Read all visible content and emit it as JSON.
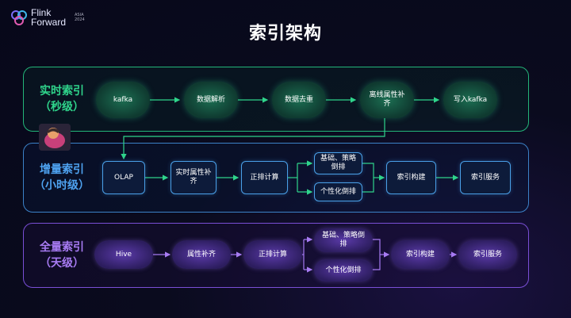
{
  "logo": {
    "line1": "Flink",
    "line2": "Forward",
    "badge": "ASIA",
    "year": "2024"
  },
  "title": "索引架构",
  "colors": {
    "realtime": "#2fd48b",
    "incremental": "#4ea2f0",
    "full": "#a77bf3"
  },
  "realtime": {
    "label_line1": "实时索引",
    "label_line2": "（秒级）",
    "nodes": [
      "kafka",
      "数据解析",
      "数据去重",
      "离线属性补齐",
      "写入kafka"
    ]
  },
  "incremental": {
    "label_line1": "增量索引",
    "label_line2": "（小时级）",
    "olap": "OLAP",
    "attr_fill": "实时属性补齐",
    "forward_calc": "正排计算",
    "base_strategy": "基础、策略倒排",
    "personal_inverted": "个性化倒排",
    "index_build": "索引构建",
    "index_service": "索引服务"
  },
  "full": {
    "label_line1": "全量索引",
    "label_line2": "（天级）",
    "hive": "Hive",
    "attr_fill": "属性补齐",
    "forward_calc": "正排计算",
    "base_strategy": "基础、策略倒排",
    "personal_inverted": "个性化倒排",
    "index_build": "索引构建",
    "index_service": "索引服务"
  }
}
